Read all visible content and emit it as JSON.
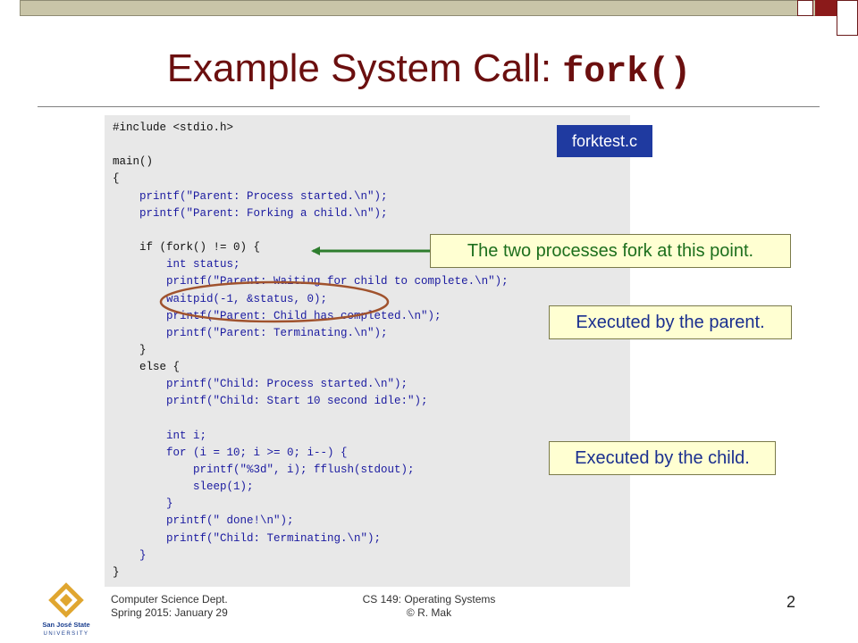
{
  "title": {
    "prefix": "Example System Call: ",
    "code": "fork()"
  },
  "file_label": "forktest.c",
  "code_lines": [
    {
      "text": "#include <stdio.h>",
      "color": "black"
    },
    {
      "text": "",
      "color": "black"
    },
    {
      "text": "main()",
      "color": "black"
    },
    {
      "text": "{",
      "color": "black"
    },
    {
      "text": "    printf(\"Parent: Process started.\\n\");",
      "color": "blue"
    },
    {
      "text": "    printf(\"Parent: Forking a child.\\n\");",
      "color": "blue"
    },
    {
      "text": "",
      "color": "black"
    },
    {
      "text": "    if (fork() != 0) {",
      "color": "black"
    },
    {
      "text": "        int status;",
      "color": "blue"
    },
    {
      "text": "        printf(\"Parent: Waiting for child to complete.\\n\");",
      "color": "blue"
    },
    {
      "text": "        waitpid(-1, &status, 0);",
      "color": "blue"
    },
    {
      "text": "        printf(\"Parent: Child has completed.\\n\");",
      "color": "blue"
    },
    {
      "text": "        printf(\"Parent: Terminating.\\n\");",
      "color": "blue"
    },
    {
      "text": "    }",
      "color": "black"
    },
    {
      "text": "    else {",
      "color": "black"
    },
    {
      "text": "        printf(\"Child: Process started.\\n\");",
      "color": "blue"
    },
    {
      "text": "        printf(\"Child: Start 10 second idle:\");",
      "color": "blue"
    },
    {
      "text": "",
      "color": "black"
    },
    {
      "text": "        int i;",
      "color": "blue"
    },
    {
      "text": "        for (i = 10; i >= 0; i--) {",
      "color": "blue"
    },
    {
      "text": "            printf(\"%3d\", i); fflush(stdout);",
      "color": "blue"
    },
    {
      "text": "            sleep(1);",
      "color": "blue"
    },
    {
      "text": "        }",
      "color": "blue"
    },
    {
      "text": "        printf(\" done!\\n\");",
      "color": "blue"
    },
    {
      "text": "        printf(\"Child: Terminating.\\n\");",
      "color": "blue"
    },
    {
      "text": "    }",
      "color": "blue"
    },
    {
      "text": "}",
      "color": "black"
    }
  ],
  "callouts": {
    "fork_point": "The two processes fork at this point.",
    "parent": "Executed by the parent.",
    "child": "Executed by the child."
  },
  "footer": {
    "dept": "Computer Science Dept.",
    "term": "Spring 2015: January 29",
    "course": "CS 149: Operating Systems",
    "author": "© R. Mak",
    "page": "2"
  },
  "logo": {
    "line1": "San José State",
    "line2": "UNIVERSITY"
  },
  "colors": {
    "title": "#6b0f0f",
    "code_black": "#111111",
    "code_blue": "#1a1aa0",
    "arrow": "#2e7d2e",
    "ellipse": "#a0522d",
    "file_label_bg": "#1f3aa0",
    "callout_bg": "#ffffd2",
    "logo_gold": "#e0a630",
    "logo_blue": "#1b3f8f"
  }
}
